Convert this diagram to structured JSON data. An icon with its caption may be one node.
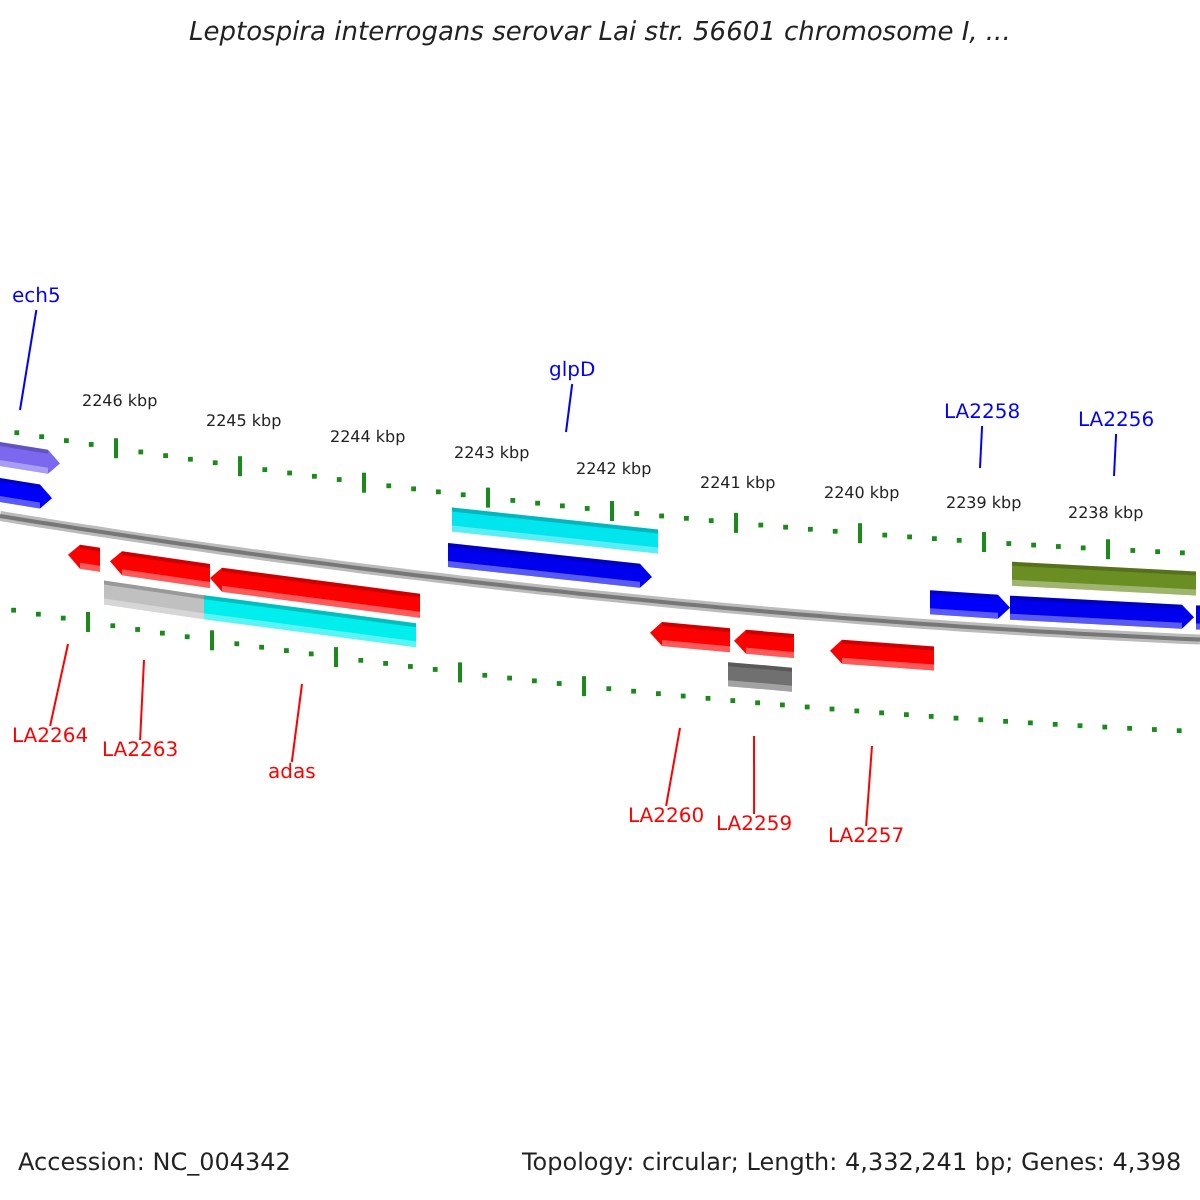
{
  "diagram": {
    "title": "Leptospira interrogans serovar Lai str. 56601 chromosome I, ...",
    "nodes": [
      {
        "text": [
          "ech5"
        ]
      },
      {
        "text": [
          "glpD"
        ]
      },
      {
        "text": [
          "LA2258"
        ]
      },
      {
        "text": [
          "LA2256"
        ]
      },
      {
        "text": [
          "LA2264"
        ]
      },
      {
        "text": [
          "LA2263"
        ]
      },
      {
        "text": [
          "adas"
        ]
      },
      {
        "text": [
          "LA2260"
        ]
      },
      {
        "text": [
          "LA2259"
        ]
      },
      {
        "text": [
          "LA2257"
        ]
      }
    ],
    "edges": [
      {
        "from": 0,
        "to": null,
        "arrow": "none",
        "color": "#0000ff"
      },
      {
        "from": 1,
        "to": null,
        "arrow": "none",
        "color": "#0000ff"
      },
      {
        "from": 2,
        "to": null,
        "arrow": "none",
        "color": "#0000ff"
      },
      {
        "from": 3,
        "to": null,
        "arrow": "none",
        "color": "#0000ff"
      },
      {
        "from": 4,
        "to": null,
        "arrow": "none"
      },
      {
        "from": 5,
        "to": null,
        "arrow": "none"
      },
      {
        "from": 6,
        "to": null,
        "arrow": "none"
      },
      {
        "from": 7,
        "to": null,
        "arrow": "none"
      },
      {
        "from": 8,
        "to": null,
        "arrow": "none"
      },
      {
        "from": 9,
        "to": null,
        "arrow": "none"
      }
    ],
    "labels": [
      "2246 kbp",
      "2245 kbp",
      "2244 kbp",
      "2243 kbp",
      "2242 kbp",
      "2241 kbp",
      "2240 kbp",
      "2239 kbp",
      "2238 kbp",
      "Accession: NC_004342",
      "Topology: circular; Length: 4,332,241 bp; Genes: 4,398"
    ]
  }
}
